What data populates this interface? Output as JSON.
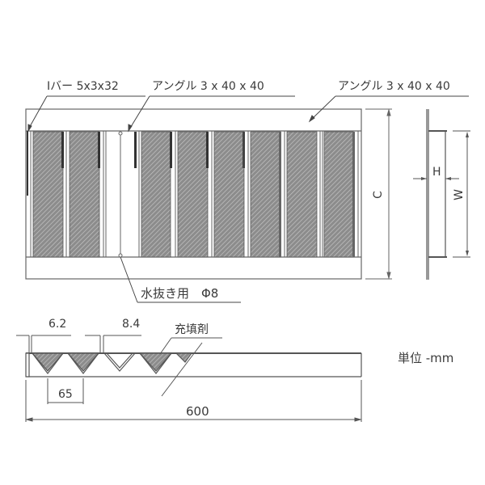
{
  "drawing": {
    "type": "grating technical drawing",
    "labels": {
      "ibar": "Iバー 5x3x32",
      "angle_left": "アングル 3 x 40 x 40",
      "angle_right": "アングル 3 x 40 x 40",
      "drain_hole": "水抜き用　Φ8",
      "filler": "充填剤",
      "unit": "単位 -mm"
    },
    "dimensions": {
      "c": "C",
      "h": "H",
      "w": "W",
      "gap_62": "6.2",
      "gap_84": "8.4",
      "pitch": "65",
      "length": "600"
    },
    "colors": {
      "line": "#555555",
      "hatch_fill": "#8c8c8c",
      "hatch_line": "#bdbdbd",
      "dark_bar": "#333333"
    },
    "plan_view": {
      "panel_count": 9,
      "void_panel_index": 2
    },
    "section_view": {
      "v_grooves_filled": [
        true,
        true,
        false,
        true,
        true
      ]
    }
  }
}
